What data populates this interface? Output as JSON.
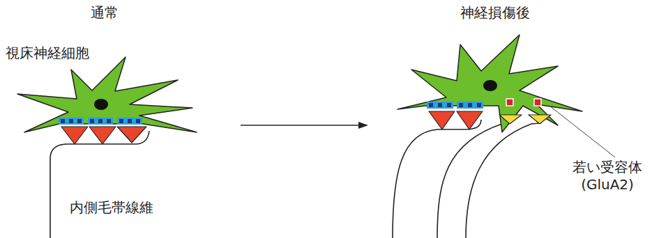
{
  "diagram": {
    "labels": [
      "通常",
      "神経損傷後",
      "視床神経細胞",
      "内側毛帯線維",
      "若い受容体 (GluA2)"
    ]
  }
}
